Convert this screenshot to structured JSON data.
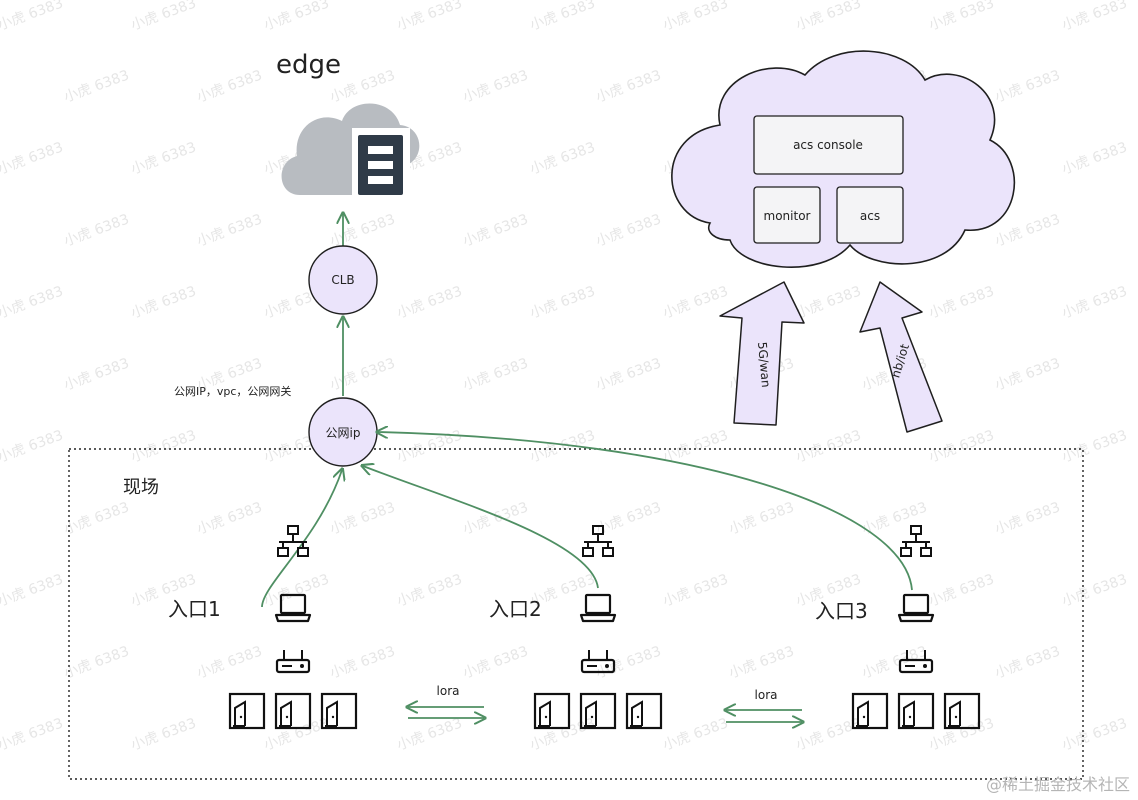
{
  "edge": {
    "title": "edge"
  },
  "nodes": {
    "clb": "CLB",
    "public_ip": "公网ip",
    "public_ip_note": "公网IP，vpc，公网网关"
  },
  "site": {
    "label": "现场",
    "entrances": [
      {
        "label": "入口1"
      },
      {
        "label": "入口2"
      },
      {
        "label": "入口3"
      }
    ],
    "lora_links": [
      {
        "label": "lora"
      },
      {
        "label": "lora"
      }
    ]
  },
  "cloud": {
    "acs_console": "acs console",
    "monitor": "monitor",
    "acs": "acs"
  },
  "uplinks": {
    "wan": "5G/wan",
    "nbiot": "nb/iot"
  },
  "watermark": {
    "text": "小虎 6383",
    "corner": "@稀土掘金技术社区"
  },
  "colors": {
    "node_fill": "#ebe4fb",
    "node_stroke": "#1f1f1f",
    "connector": "#4f8f63",
    "cloud_gray": "#b8bcc1",
    "server_dark": "#2f3b48"
  }
}
